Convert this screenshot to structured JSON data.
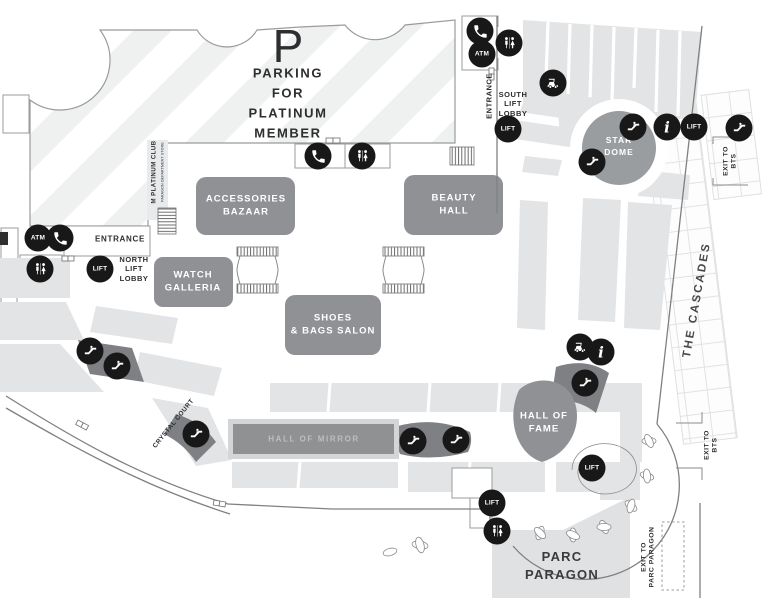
{
  "labels": {
    "parking_symbol": "P",
    "parking": "PARKING\nFOR\nPLATINUM\nMEMBER",
    "entrance_west": "ENTRANCE",
    "entrance_south": "ENTRANCE",
    "north_lift_lobby": "NORTH\nLIFT\nLOBBY",
    "south_lift_lobby": "SOUTH\nLIFT\nLOBBY",
    "m_platinum_club": "M PLATINUM CLUB",
    "m_platinum_sub": "PARAGON DEPARTMENT STORE",
    "accessories_bazaar": "ACCESSORIES\nBAZAAR",
    "beauty_hall": "BEAUTY\nHALL",
    "watch_galleria": "WATCH\nGALLERIA",
    "shoes_bags_salon": "SHOES\n& BAGS SALON",
    "hall_of_mirror": "HALL OF MIRROR",
    "hall_of_fame": "HALL OF\nFAME",
    "star_dome": "STAR\nDOME",
    "parc_paragon": "PARC\nPARAGON",
    "the_cascades": "THE CASCADES",
    "crystal_court": "CRYSTAL COURT",
    "exit_to_bts": "EXIT TO\nBTS",
    "exit_to_parc_paragon": "EXIT TO\nPARC PARAGON",
    "lift": "LIFT",
    "atm": "ATM",
    "info": "i"
  },
  "icons": {
    "phone": "telephone-icon",
    "restroom": "restroom-icon",
    "atm": "atm-icon",
    "lift": "lift-icon",
    "escalator": "escalator-icon",
    "info": "information-icon",
    "buggy": "shuttle-buggy-icon",
    "stairs": "stairs-hatch-symbol"
  },
  "colors": {
    "stripe": "#eff0f0",
    "store_fill": "#e3e4e5",
    "room_fill": "#8f9194",
    "dark_fill": "#7e8083",
    "star_dome_fill": "#9a9da0",
    "parc_fill": "#e0e1e3",
    "icon_bg": "#181818",
    "outline": "#9b9b9b",
    "label_dark": "#2c2e30",
    "room_label": "#ffffff",
    "mirror_label": "#bdbec0"
  }
}
